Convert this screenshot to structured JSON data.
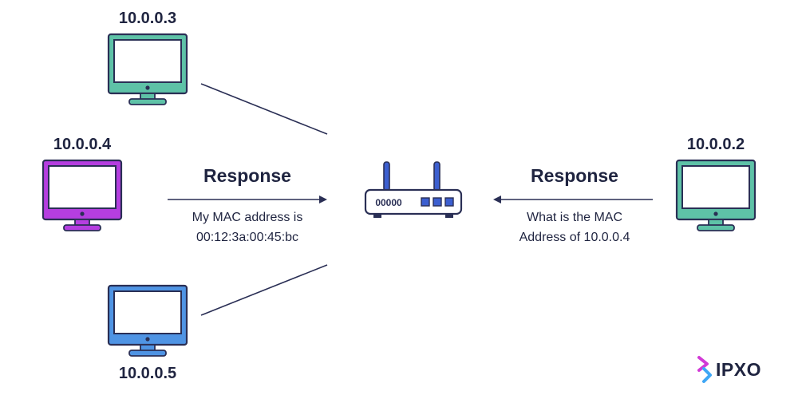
{
  "hosts": {
    "top": {
      "ip": "10.0.0.3",
      "color": "#5ec2a7"
    },
    "left": {
      "ip": "10.0.0.4",
      "color": "#b53ee0"
    },
    "bottom": {
      "ip": "10.0.0.5",
      "color": "#4f94e4"
    },
    "right": {
      "ip": "10.0.0.2",
      "color": "#5ec2a7"
    }
  },
  "left_message": {
    "heading": "Response",
    "line1": "My MAC address is",
    "line2": "00:12:3a:00:45:bc"
  },
  "right_message": {
    "heading": "Response",
    "line1": "What is the MAC",
    "line2": "Address of 10.0.0.4"
  },
  "router": {
    "label": "00000",
    "icon": "router-icon",
    "color": "#3c5fd0"
  },
  "brand": {
    "name": "IPXO",
    "colors": [
      "#d23ad6",
      "#3fa7f5"
    ]
  },
  "colors": {
    "text": "#1f2440",
    "line": "#2a2f55",
    "screen": "#ffffff"
  }
}
